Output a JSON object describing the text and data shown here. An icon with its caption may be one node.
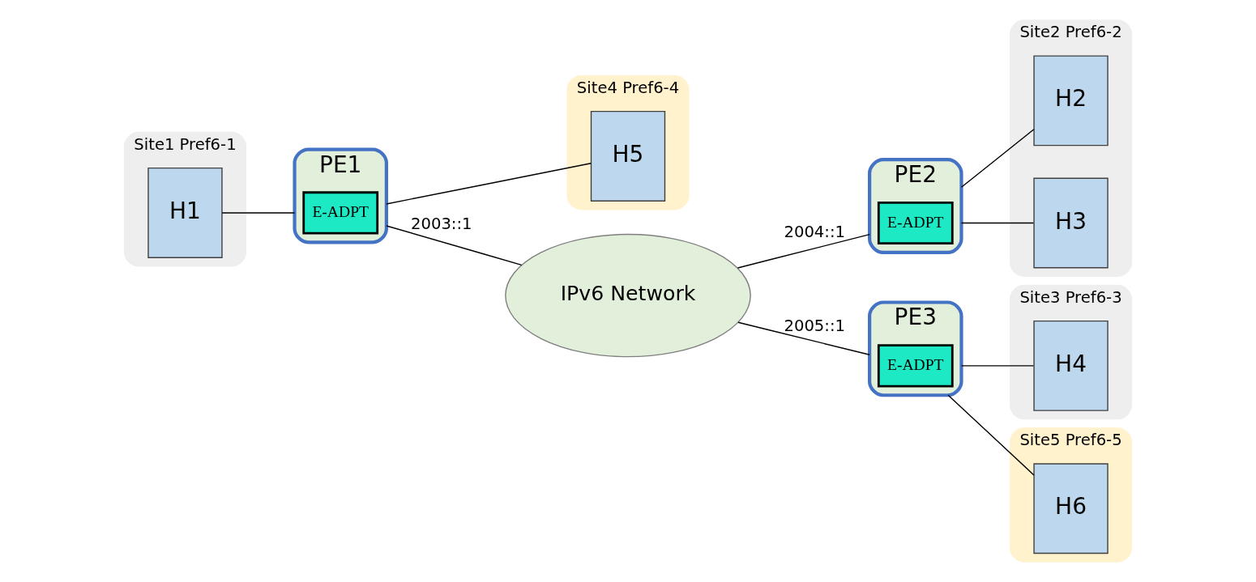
{
  "diagram": {
    "nodes": [
      {
        "text": [
          "Site1 Pref6-1"
        ]
      },
      {
        "text": [
          "H1"
        ],
        "in": 0
      },
      {
        "text": [
          "PE1"
        ]
      },
      {
        "text": [
          "E-ADPT"
        ],
        "in": 2
      },
      {
        "text": [
          "Site4 Pref6-4"
        ]
      },
      {
        "text": [
          "H5"
        ],
        "in": 4
      },
      {
        "text": [
          "IPv6 Network"
        ]
      },
      {
        "text": [
          "PE2"
        ]
      },
      {
        "text": [
          "E-ADPT"
        ],
        "in": 7
      },
      {
        "text": [
          "Site2 Pref6-2"
        ]
      },
      {
        "text": [
          "H2"
        ],
        "in": 9
      },
      {
        "text": [
          "H3"
        ],
        "in": 9
      },
      {
        "text": [
          "PE3"
        ]
      },
      {
        "text": [
          "E-ADPT"
        ],
        "in": 12
      },
      {
        "text": [
          "Site3 Pref6-3"
        ]
      },
      {
        "text": [
          "H4"
        ],
        "in": 14
      },
      {
        "text": [
          "Site5 Pref6-5"
        ]
      },
      {
        "text": [
          "H6"
        ],
        "in": 16
      }
    ],
    "edges": [
      {
        "from": 1,
        "to": 2,
        "arrow": "none"
      },
      {
        "from": 2,
        "to": 6,
        "arrow": "none",
        "label": "2003::1"
      },
      {
        "from": 2,
        "to": 5,
        "arrow": "none"
      },
      {
        "from": 6,
        "to": 7,
        "arrow": "none",
        "label": "2004::1"
      },
      {
        "from": 7,
        "to": 10,
        "arrow": "none"
      },
      {
        "from": 7,
        "to": 11,
        "arrow": "none"
      },
      {
        "from": 6,
        "to": 12,
        "arrow": "none",
        "label": "2005::1"
      },
      {
        "from": 12,
        "to": 15,
        "arrow": "none"
      },
      {
        "from": 12,
        "to": 17,
        "arrow": "none"
      }
    ]
  }
}
